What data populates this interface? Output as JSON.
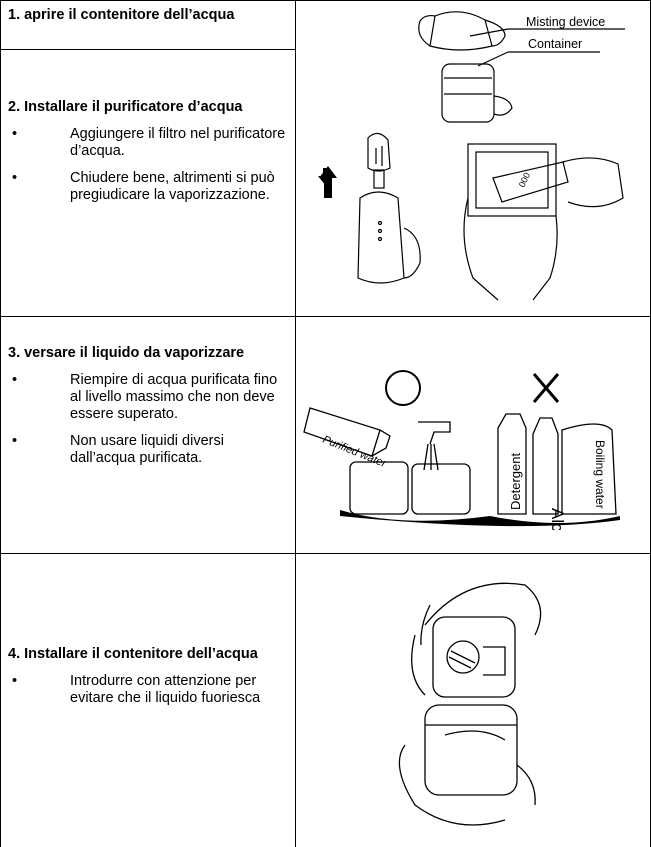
{
  "steps": [
    {
      "title": "1. aprire il contenitore dell’acqua",
      "bullets": []
    },
    {
      "title": "2. Installare il purificatore d’acqua",
      "bullets": [
        "Aggiungere il filtro nel purificatore d’acqua.",
        "Chiudere bene, altrimenti si può pregiudicare la vaporizzazione."
      ]
    },
    {
      "title": "3. versare il liquido da vaporizzare",
      "bullets": [
        "Riempire di acqua purificata fino al livello massimo che non deve essere superato.",
        "Non usare liquidi diversi dall’acqua purificata."
      ]
    },
    {
      "title": "4. Installare il contenitore dell’acqua",
      "bullets": [
        "Introdurre con attenzione per evitare che il liquido fuoriesca"
      ]
    }
  ],
  "bullet_glyph": "•",
  "figure_labels": {
    "misting_device": "Misting device",
    "container": "Container",
    "purified_water": "Purified water",
    "detergent": "Detergent",
    "alcohol": "Alcohol",
    "boiling_water": "Boiling water",
    "ok_mark": "O",
    "no_mark": "X"
  }
}
